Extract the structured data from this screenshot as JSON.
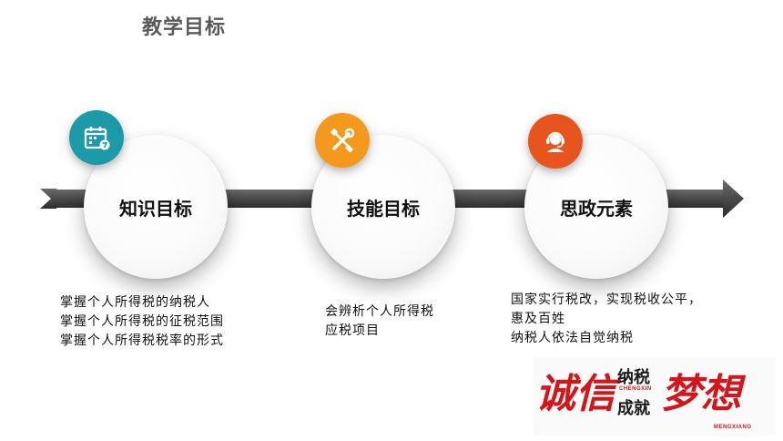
{
  "title": "教学目标",
  "colors": {
    "badge_1": "#1d9aa8",
    "badge_2": "#f39a1c",
    "badge_3": "#e8541d",
    "arrow": "#4a4a4a",
    "logo_red": "#d2161c"
  },
  "nodes": [
    {
      "label": "知识目标",
      "icon": "calendar-icon",
      "lines": [
        "掌握个人所得税的纳税人",
        "掌握个人所得税的征税范围",
        "掌握个人所得税税率的形式"
      ]
    },
    {
      "label": "技能目标",
      "icon": "tools-icon",
      "lines": [
        "会辨析个人所得税",
        "应税项目"
      ]
    },
    {
      "label": "思政元素",
      "icon": "headset-icon",
      "lines": [
        "国家实行税改，实现税收公平，",
        "惠及百姓",
        "纳税人依法自觉纳税"
      ]
    }
  ],
  "logo": {
    "word_1": "诚信",
    "word_2": "纳税",
    "word_3": "成就",
    "word_4": "梦想",
    "pinyin_1": "CHENGXIN",
    "pinyin_2": "MENGXIANG"
  }
}
